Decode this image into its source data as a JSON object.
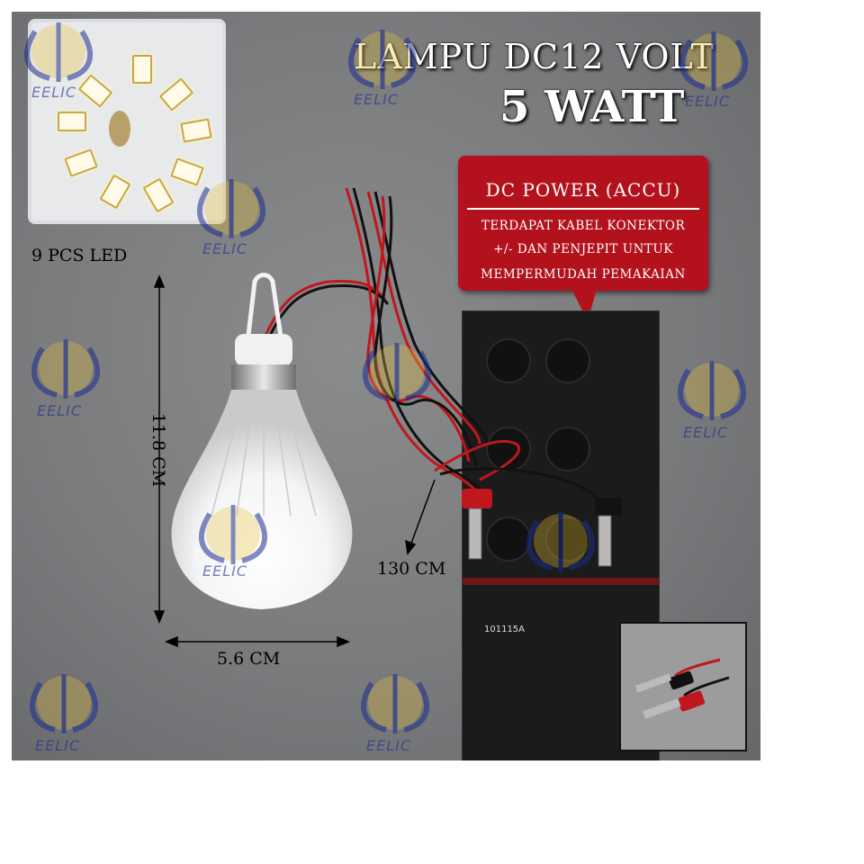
{
  "title": {
    "line1": "LAMPU DC12 VOLT",
    "line2": "5 WATT"
  },
  "callout": {
    "heading": "DC POWER (ACCU)",
    "lines": [
      "TERDAPAT KABEL KONEKTOR",
      "+/- DAN PENJEPIT UNTUK",
      "MEMPERMUDAH PEMAKAIAN"
    ]
  },
  "labels": {
    "led_count": "9 PCS LED",
    "height": "11.8 CM",
    "width": "5.6 CM",
    "cable_length": "130 CM",
    "battery_code": "101115A"
  },
  "watermark": {
    "text": "EELIC",
    "colors": {
      "blue": "#1c2d8e",
      "yellow": "#e8c53a"
    }
  },
  "colors": {
    "background": "#7a7b7d",
    "callout": "#b3121c",
    "text_light": "#ffffff",
    "text_dark": "#000000",
    "wire_red": "#c0171d",
    "wire_black": "#111111"
  }
}
